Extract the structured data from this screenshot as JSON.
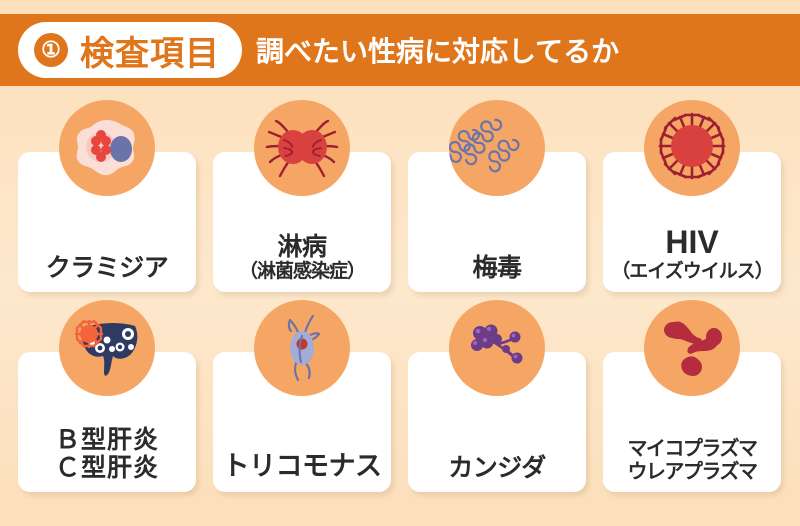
{
  "header": {
    "step_number": "①",
    "title": "検査項目",
    "subtitle": "調べたい性病に対応してるか",
    "bar_color": "#e0761b",
    "pill_bg": "#ffffff",
    "title_color": "#e0761b",
    "subtitle_color": "#ffffff"
  },
  "page": {
    "background_top": "#fde0bd",
    "background_bottom": "#fcdfbb",
    "card_bg": "#ffffff",
    "icon_circle_color": "#f5a664",
    "text_color": "#2b2b2b"
  },
  "cards": [
    {
      "id": "chlamydia",
      "icon": "chlamydia-cell-icon",
      "label_main": "クラミジア",
      "label_sub": "",
      "label_line2": ""
    },
    {
      "id": "gonorrhea",
      "icon": "gonorrhea-bacteria-icon",
      "label_main": "淋病",
      "label_sub": "（淋菌感染症）",
      "label_line2": ""
    },
    {
      "id": "syphilis",
      "icon": "syphilis-spirochete-icon",
      "label_main": "梅毒",
      "label_sub": "",
      "label_line2": ""
    },
    {
      "id": "hiv",
      "icon": "hiv-virus-icon",
      "label_main": "HIV",
      "label_sub": "（エイズウイルス）",
      "label_line2": ""
    },
    {
      "id": "hepatitis",
      "icon": "hepatitis-liver-icon",
      "label_main": "Ｂ型肝炎",
      "label_sub": "",
      "label_line2": "Ｃ型肝炎"
    },
    {
      "id": "trichomonas",
      "icon": "trichomonas-protozoa-icon",
      "label_main": "トリコモナス",
      "label_sub": "",
      "label_line2": ""
    },
    {
      "id": "candida",
      "icon": "candida-fungus-icon",
      "label_main": "カンジダ",
      "label_sub": "",
      "label_line2": ""
    },
    {
      "id": "mycoplasma",
      "icon": "mycoplasma-bacteria-icon",
      "label_main": "マイコプラズマ",
      "label_sub": "",
      "label_line2": "ウレアプラズマ"
    }
  ]
}
